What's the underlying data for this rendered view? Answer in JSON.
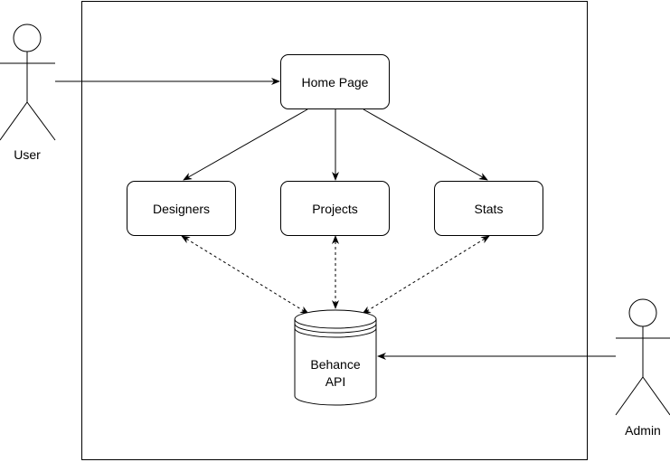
{
  "diagram": {
    "actors": {
      "user": {
        "label": "User"
      },
      "admin": {
        "label": "Admin"
      }
    },
    "nodes": {
      "home": {
        "label": "Home Page"
      },
      "designers": {
        "label": "Designers"
      },
      "projects": {
        "label": "Projects"
      },
      "stats": {
        "label": "Stats"
      }
    },
    "database": {
      "label_line1": "Behance",
      "label_line2": "API"
    },
    "edges": [
      {
        "from": "User",
        "to": "Home Page",
        "style": "solid"
      },
      {
        "from": "Home Page",
        "to": "Designers",
        "style": "solid"
      },
      {
        "from": "Home Page",
        "to": "Projects",
        "style": "solid"
      },
      {
        "from": "Home Page",
        "to": "Stats",
        "style": "solid"
      },
      {
        "from": "Designers",
        "to": "Behance API",
        "style": "dashed-bidirectional"
      },
      {
        "from": "Projects",
        "to": "Behance API",
        "style": "dashed-bidirectional"
      },
      {
        "from": "Stats",
        "to": "Behance API",
        "style": "dashed-bidirectional"
      },
      {
        "from": "Admin",
        "to": "Behance API",
        "style": "solid"
      }
    ]
  }
}
